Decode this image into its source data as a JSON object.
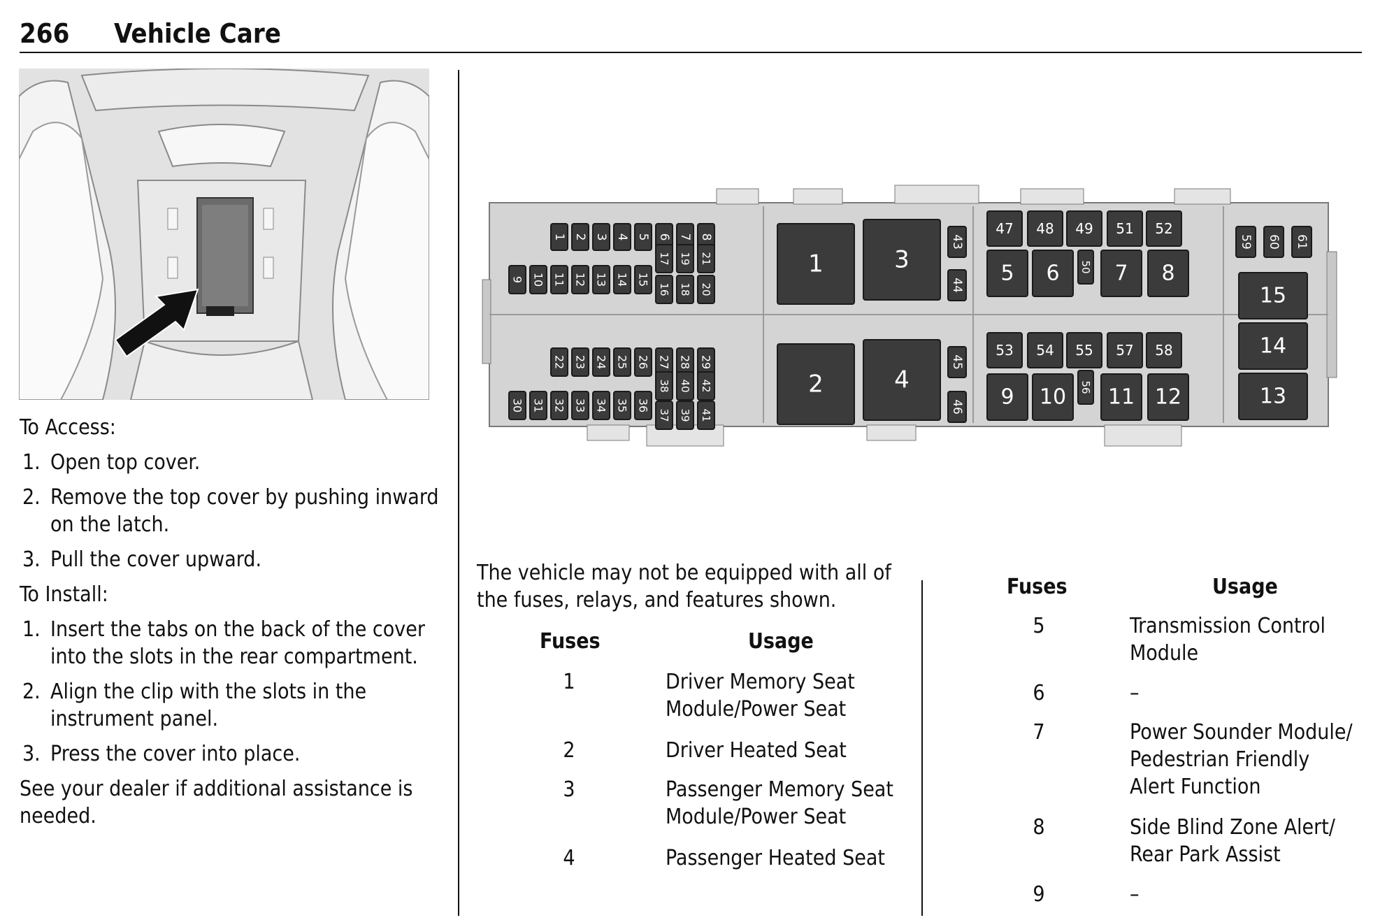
{
  "header": {
    "page_number": "266",
    "section_title": "Vehicle Care"
  },
  "left": {
    "to_access_label": "To Access:",
    "access_steps": [
      {
        "num": "1.",
        "text": "Open top cover."
      },
      {
        "num": "2.",
        "text": "Remove the top cover by pushing inward on the latch."
      },
      {
        "num": "3.",
        "text": "Pull the cover upward."
      }
    ],
    "to_install_label": "To Install:",
    "install_steps": [
      {
        "num": "1.",
        "text": "Insert the tabs on the back of the cover into the slots in the rear compartment."
      },
      {
        "num": "2.",
        "text": "Align the clip with the slots in the instrument panel."
      },
      {
        "num": "3.",
        "text": "Press the cover into place."
      }
    ],
    "dealer_note": "See your dealer if additional assistance is needed."
  },
  "diagram": {
    "small_fuses_top_row": [
      "1",
      "2",
      "3",
      "4",
      "5",
      "6",
      "7",
      "8"
    ],
    "small_fuses_second_row": [
      "9",
      "10",
      "11",
      "12",
      "13",
      "14",
      "15",
      "16",
      "17",
      "18",
      "19",
      "20",
      "21"
    ],
    "small_fuses_third_row": [
      "22",
      "23",
      "24",
      "25",
      "26",
      "27",
      "28",
      "29"
    ],
    "small_fuses_bottom_row": [
      "30",
      "31",
      "32",
      "33",
      "34",
      "35",
      "36",
      "37",
      "38",
      "39",
      "40",
      "41",
      "42"
    ],
    "large_relays_left": [
      "1",
      "3",
      "2",
      "4"
    ],
    "side_fuses_mid": [
      "43",
      "44",
      "45",
      "46"
    ],
    "mini_fuses_right_top": [
      "47",
      "48",
      "49",
      "51",
      "52"
    ],
    "mini_fuses_right_bottom": [
      "53",
      "54",
      "55",
      "57",
      "58"
    ],
    "relays_right_top": [
      "5",
      "6",
      "7",
      "8"
    ],
    "relays_right_bottom": [
      "9",
      "10",
      "11",
      "12"
    ],
    "tiny_fuses": [
      "50",
      "56"
    ],
    "far_right_fuses": [
      "59",
      "60",
      "61"
    ],
    "far_right_relays": [
      "15",
      "14",
      "13"
    ]
  },
  "note": "The vehicle may not be equipped with all of the fuses, relays, and features shown.",
  "table_left": {
    "col_fuses": "Fuses",
    "col_usage": "Usage",
    "rows": [
      {
        "fuse": "1",
        "usage_lines": [
          "Driver Memory Seat",
          "Module/Power Seat"
        ]
      },
      {
        "fuse": "2",
        "usage_lines": [
          "Driver Heated Seat"
        ]
      },
      {
        "fuse": "3",
        "usage_lines": [
          "Passenger Memory Seat",
          "Module/Power Seat"
        ]
      },
      {
        "fuse": "4",
        "usage_lines": [
          "Passenger Heated Seat"
        ]
      }
    ]
  },
  "table_right": {
    "col_fuses": "Fuses",
    "col_usage": "Usage",
    "rows": [
      {
        "fuse": "5",
        "usage_lines": [
          "Transmission Control",
          "Module"
        ]
      },
      {
        "fuse": "6",
        "usage_lines": [
          "–"
        ]
      },
      {
        "fuse": "7",
        "usage_lines": [
          "Power Sounder Module/",
          "Pedestrian Friendly",
          "Alert Function"
        ]
      },
      {
        "fuse": "8",
        "usage_lines": [
          "Side Blind Zone Alert/",
          "Rear Park Assist"
        ]
      },
      {
        "fuse": "9",
        "usage_lines": [
          "–"
        ]
      }
    ]
  }
}
